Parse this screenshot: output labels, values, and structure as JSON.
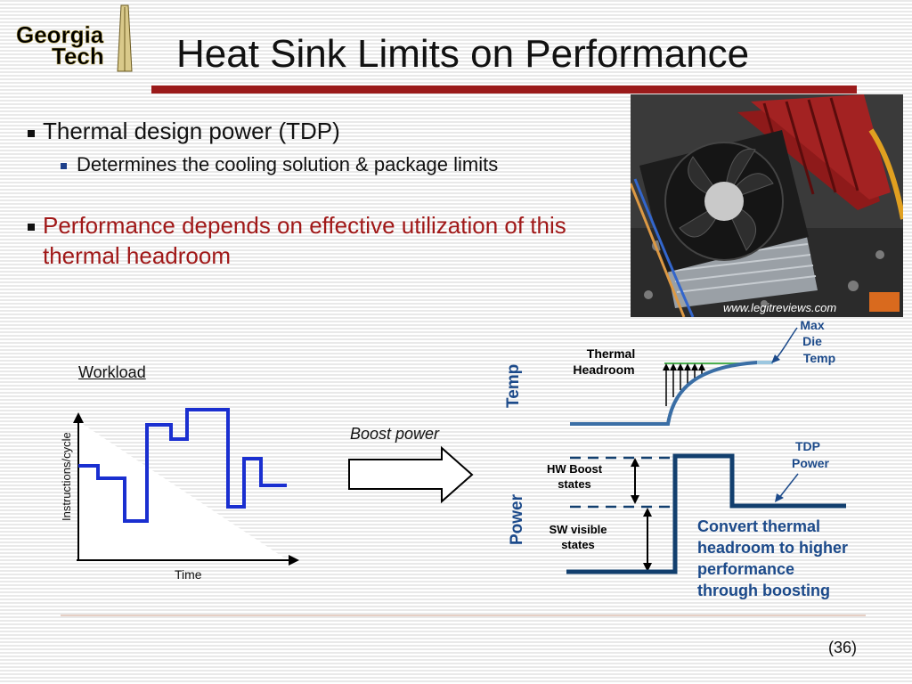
{
  "logo": {
    "line1": "Georgia",
    "line2": "Tech"
  },
  "title": "Heat Sink Limits on Performance",
  "bullets": [
    {
      "text": "Thermal design power (TDP)",
      "level": 1
    },
    {
      "text": "Determines the cooling solution & package limits",
      "level": 2
    },
    {
      "text": "Performance depends on effective utilization of this thermal headroom",
      "level": 1,
      "highlight": true
    }
  ],
  "photo": {
    "credit": "www.legitreviews.com"
  },
  "workload": {
    "title": "Workload",
    "ylabel": "Instructions/cycle",
    "xlabel": "Time"
  },
  "arrow_label": "Boost power",
  "diagram": {
    "temp_axis": "Temp",
    "power_axis": "Power",
    "thermal_headroom": [
      "Thermal",
      "Headroom"
    ],
    "max_die_temp": [
      "Max",
      "Die",
      "Temp"
    ],
    "tdp_power": [
      "TDP",
      "Power"
    ],
    "hw_boost": [
      "HW Boost",
      "states"
    ],
    "sw_visible": [
      "SW visible",
      "states"
    ],
    "caption": [
      "Convert thermal",
      "headroom to higher",
      "performance",
      "through boosting"
    ]
  },
  "slide_number": "(36)",
  "colors": {
    "title_rule": "#9b1b1b",
    "highlight_text": "#a01818",
    "diagram_blue": "#1c4a8a",
    "temp_curve": "#3a6ea5",
    "power_line": "#123f6e",
    "workload_line": "#1a2fd0"
  }
}
